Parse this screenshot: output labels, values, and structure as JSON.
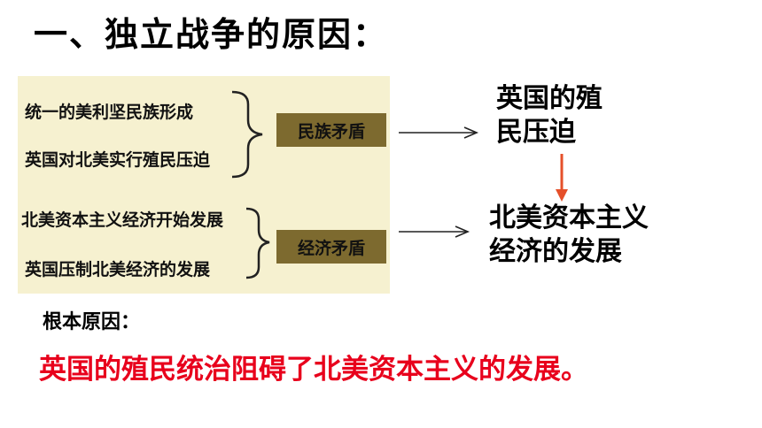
{
  "title": "一、独立战争的原因：",
  "causes": [
    "统一的美利坚民族形成",
    "英国对北美实行殖民压迫",
    "北美资本主义经济开始发展",
    "英国压制北美经济的发展"
  ],
  "contradictions": [
    "民族矛盾",
    "经济矛盾"
  ],
  "results": {
    "first": [
      "英国的殖",
      "民压迫"
    ],
    "second": [
      "北美资本主义",
      "经济的发展"
    ]
  },
  "root_cause": {
    "label": "根本原因：",
    "text": "英国的殖民统治阻碍了北美资本主义的发展。"
  },
  "colors": {
    "panel_bg": "#f6f1d0",
    "tag_bg": "#7d6a2f",
    "accent_red": "#e8001c",
    "arrow_red": "#e5502a"
  }
}
